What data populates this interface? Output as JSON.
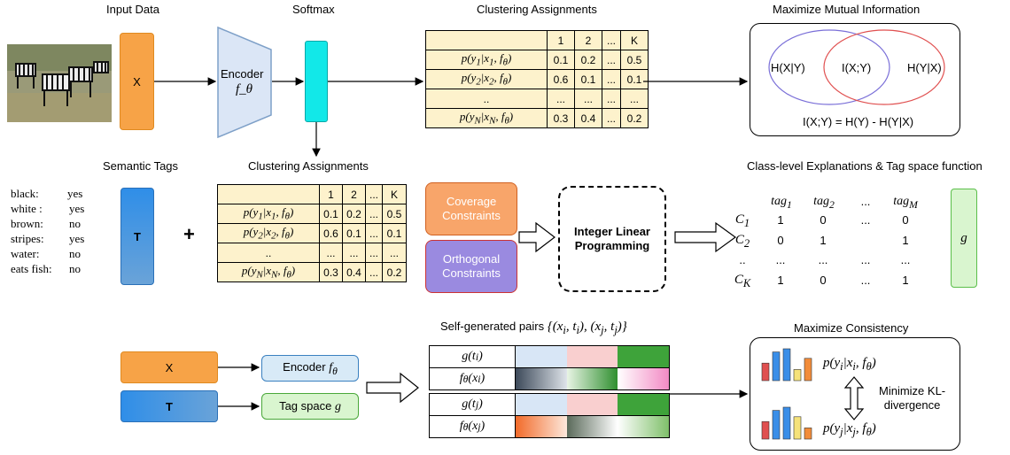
{
  "section_titles": {
    "input_data": "Input Data",
    "softmax": "Softmax",
    "clustering_top": "Clustering Assignments",
    "mutual_info": "Maximize Mutual Information",
    "semantic_tags": "Semantic Tags",
    "clustering_mid": "Clustering Assignments",
    "class_level": "Class-level Explanations & Tag space function",
    "self_pairs": "Self-generated pairs",
    "self_pairs_math": "{(x_i, t_i), (x_j, t_j)}",
    "consistency": "Maximize Consistency"
  },
  "blocks": {
    "x_label": "X",
    "encoder_label": "Encoder",
    "encoder_math": "f_θ",
    "t_label": "T",
    "plus": "+",
    "coverage": "Coverage Constraints",
    "orthogonal": "Orthogonal Constraints",
    "ilp": "Integer Linear Programming",
    "g_label": "g",
    "x2_label": "X",
    "t2_label": "T",
    "encoder2": "Encoder f_θ",
    "tagspace": "Tag space g"
  },
  "mutual_info": {
    "left": "H(X|Y)",
    "center": "I(X;Y)",
    "right": "H(Y|X)",
    "formula": "I(X;Y) = H(Y) - H(Y|X)"
  },
  "clustering_table": {
    "headers": [
      "",
      "1",
      "2",
      "...",
      "K"
    ],
    "rows": [
      {
        "label": "p(y_1 | x_1, f_θ)",
        "values": [
          "0.1",
          "0.2",
          "...",
          "0.5"
        ]
      },
      {
        "label": "p(y_2 | x_2, f_θ)",
        "values": [
          "0.6",
          "0.1",
          "...",
          "0.1"
        ]
      },
      {
        "label": "..",
        "values": [
          "...",
          "...",
          "...",
          "..."
        ]
      },
      {
        "label": "p(y_N | x_N, f_θ)",
        "values": [
          "0.3",
          "0.4",
          "...",
          "0.2"
        ]
      }
    ]
  },
  "semantic_tags": [
    {
      "tag": "black:",
      "value": "yes"
    },
    {
      "tag": "white :",
      "value": "yes"
    },
    {
      "tag": "brown:",
      "value": "no"
    },
    {
      "tag": "stripes:",
      "value": "yes"
    },
    {
      "tag": "water:",
      "value": "no"
    },
    {
      "tag": "eats fish:",
      "value": "no"
    }
  ],
  "tag_matrix": {
    "headers": [
      "tag_1",
      "tag_2",
      "...",
      "tag_M"
    ],
    "rows": [
      {
        "label": "C_1",
        "values": [
          "1",
          "0",
          "...",
          "0"
        ]
      },
      {
        "label": "C_2",
        "values": [
          "0",
          "1",
          "",
          "1"
        ]
      },
      {
        "label": "..",
        "values": [
          "...",
          "...",
          "...",
          "..."
        ]
      },
      {
        "label": "C_K",
        "values": [
          "1",
          "0",
          "...",
          "1"
        ]
      }
    ]
  },
  "pairs": [
    {
      "label": "g(t_i)"
    },
    {
      "label": "f_θ(x_i)"
    },
    {
      "label": "g(t_j)"
    },
    {
      "label": "f_θ(x_j)"
    }
  ],
  "consistency": {
    "top": "p(y_i | x_i, f_θ)",
    "bottom": "p(y_j | x_j, f_θ)",
    "middle": "Minimize KL-divergence",
    "middle_line1": "Minimize KL-",
    "middle_line2": "divergence",
    "bars_top": [
      0.55,
      0.9,
      1.0,
      0.35,
      0.7
    ],
    "bars_bottom": [
      0.55,
      0.9,
      1.0,
      0.7,
      0.35
    ]
  },
  "colors": {
    "orange": "#f7a347",
    "blue": "#4a8fd8",
    "cyan": "#12e8e8",
    "encoder": "#dbe6f6",
    "table": "#fdf2cc",
    "coverage": "#f8a56a",
    "orthogonal": "#9a8ae0",
    "green_box": "#d9f5cf",
    "blue_box": "#d8eaf7"
  }
}
